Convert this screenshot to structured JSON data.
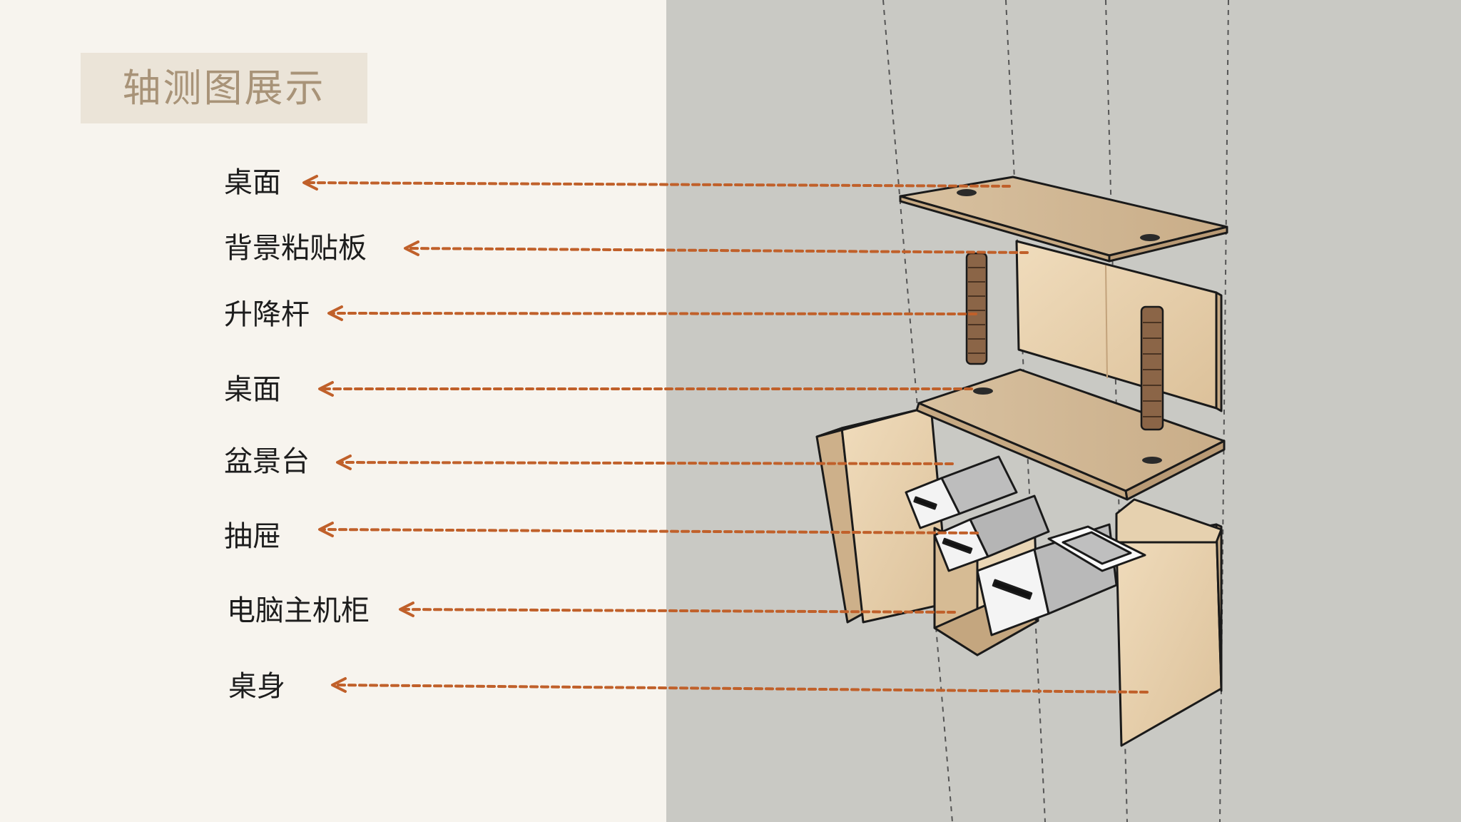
{
  "title": "轴测图展示",
  "arrow_color": "#c0602a",
  "labels": [
    {
      "id": "desktop-top",
      "text": "桌面"
    },
    {
      "id": "background-board",
      "text": "背景粘贴板"
    },
    {
      "id": "lifting-rod",
      "text": "升降杆"
    },
    {
      "id": "desktop-lower",
      "text": "桌面"
    },
    {
      "id": "bonsai-stand",
      "text": "盆景台"
    },
    {
      "id": "drawer",
      "text": "抽屉"
    },
    {
      "id": "pc-cabinet",
      "text": "电脑主机柜"
    },
    {
      "id": "desk-body",
      "text": "桌身"
    }
  ]
}
